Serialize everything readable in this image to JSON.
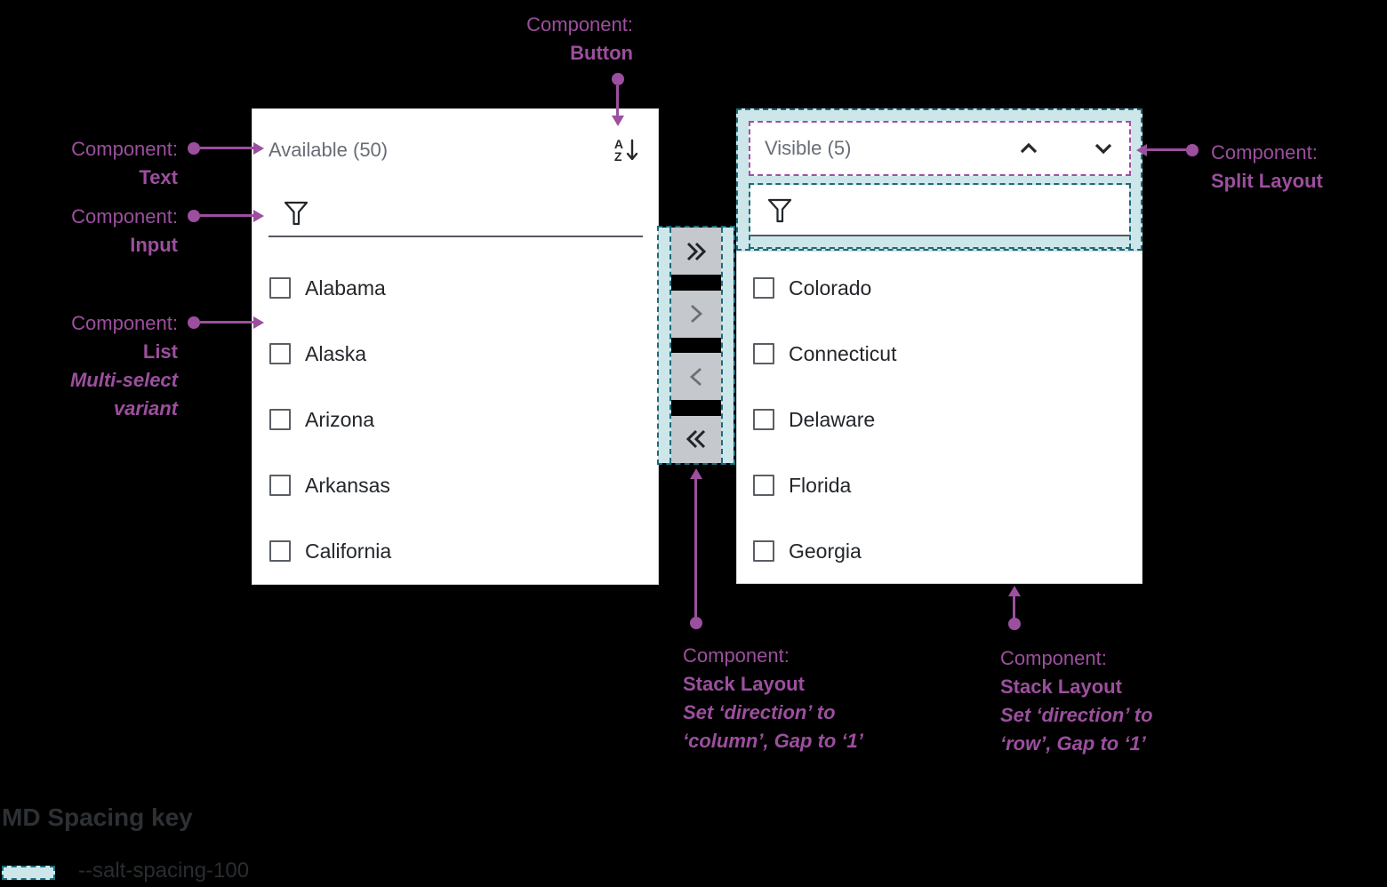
{
  "colors": {
    "annotation_purple": "#9c4f9e",
    "spacing_teal_border": "#1c6b7b",
    "spacing_teal_fill": "#cde6ea",
    "transfer_button_gray": "#c5c8cd",
    "panel_title_gray": "#686d76",
    "list_text": "#23262a"
  },
  "left_panel": {
    "title": "Available (50)",
    "sort_icon": {
      "letter_top": "A",
      "letter_bottom": "Z"
    },
    "items": [
      "Alabama",
      "Alaska",
      "Arizona",
      "Arkansas",
      "California"
    ]
  },
  "right_panel": {
    "title": "Visible (5)",
    "items": [
      "Colorado",
      "Connecticut",
      "Delaware",
      "Florida",
      "Georgia"
    ]
  },
  "annotations": {
    "text": {
      "prefix": "Component:",
      "name": "Text"
    },
    "input": {
      "prefix": "Component:",
      "name": "Input"
    },
    "list": {
      "prefix": "Component:",
      "name": "List",
      "note_line1": "Multi-select",
      "note_line2": "variant"
    },
    "button": {
      "prefix": "Component:",
      "name": "Button"
    },
    "split_layout": {
      "prefix": "Component:",
      "name": "Split Layout"
    },
    "stack_layout_column": {
      "prefix": "Component:",
      "name": "Stack Layout",
      "note_line1": "Set ‘direction’ to",
      "note_line2": "‘column’, Gap to ‘1’"
    },
    "stack_layout_row": {
      "prefix": "Component:",
      "name": "Stack Layout",
      "note_line1": "Set ‘direction’ to",
      "note_line2": "‘row’, Gap to ‘1’"
    }
  },
  "spacing_key": {
    "title": "MD Spacing key",
    "token": "--salt-spacing-100"
  }
}
